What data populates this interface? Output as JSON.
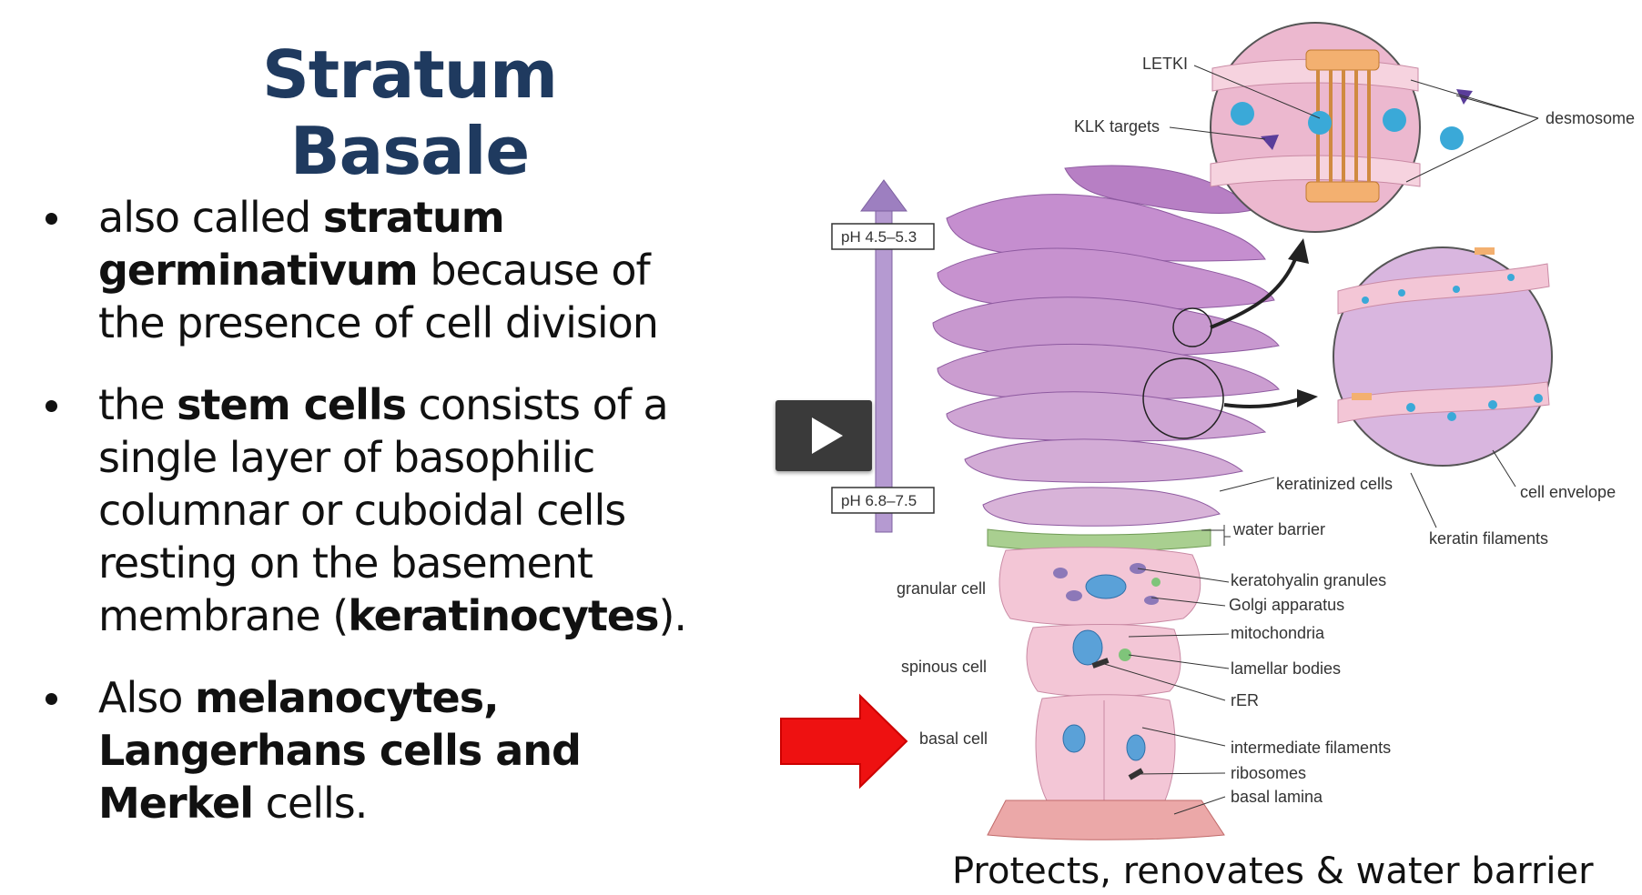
{
  "title": "Stratum Basale",
  "bullets": [
    {
      "parts": [
        {
          "text": "also called ",
          "bold": false
        },
        {
          "text": "stratum germinativum",
          "bold": true
        },
        {
          "text": " because of the presence of cell division",
          "bold": false
        }
      ]
    },
    {
      "parts": [
        {
          "text": "the ",
          "bold": false
        },
        {
          "text": "stem cells",
          "bold": true
        },
        {
          "text": " consists of a single layer of basophilic columnar or cuboidal cells resting on the basement membrane (",
          "bold": false
        },
        {
          "text": "keratinocytes",
          "bold": true
        },
        {
          "text": ").",
          "bold": false
        }
      ]
    },
    {
      "parts": [
        {
          "text": "Also ",
          "bold": false
        },
        {
          "text": "melanocytes, Langerhans cells and Merkel",
          "bold": true
        },
        {
          "text": " cells.",
          "bold": false
        }
      ]
    }
  ],
  "diagram": {
    "ph_top": "pH 4.5–5.3",
    "ph_bottom": "pH 6.8–7.5",
    "labels": {
      "letki": "LETKI",
      "klk_targets": "KLK targets",
      "desmosome": "desmosome",
      "keratinized_cells": "keratinized cells",
      "water_barrier": "water barrier",
      "cell_envelope": "cell envelope",
      "keratin_filaments": "keratin filaments",
      "granular_cell": "granular cell",
      "keratohyalin_granules": "keratohyalin granules",
      "golgi": "Golgi apparatus",
      "mitochondria": "mitochondria",
      "spinous_cell": "spinous cell",
      "lamellar_bodies": "lamellar bodies",
      "rer": "rER",
      "basal_cell": "basal cell",
      "intermediate_filaments": "intermediate filaments",
      "ribosomes": "ribosomes",
      "basal_lamina": "basal lamina"
    }
  },
  "video_icon": "play-icon",
  "caption": "Protects, renovates & water barrier",
  "colors": {
    "title": "#1f3a5f",
    "red_arrow": "#ee1111",
    "play_bg": "#3a3a3a"
  }
}
